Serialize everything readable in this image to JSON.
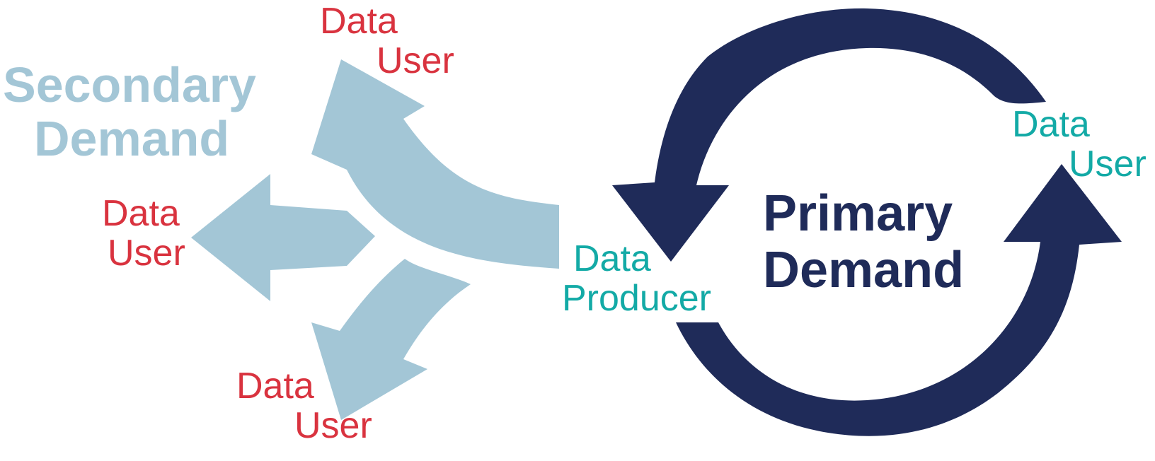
{
  "colors": {
    "light_arrow": "#a3c6d6",
    "dark_arrow": "#1f2b59",
    "user_red": "#d9333f",
    "teal": "#13aaa6"
  },
  "secondary": {
    "line1": "Secondary",
    "line2": "Demand"
  },
  "primary": {
    "line1": "Primary",
    "line2": "Demand"
  },
  "producer": {
    "line1": "Data",
    "line2": "Producer"
  },
  "users": {
    "top": {
      "line1": "Data",
      "line2": "User"
    },
    "left": {
      "line1": "Data",
      "line2": "User"
    },
    "bottom": {
      "line1": "Data",
      "line2": "User"
    },
    "right": {
      "line1": "Data",
      "line2": "User"
    }
  }
}
